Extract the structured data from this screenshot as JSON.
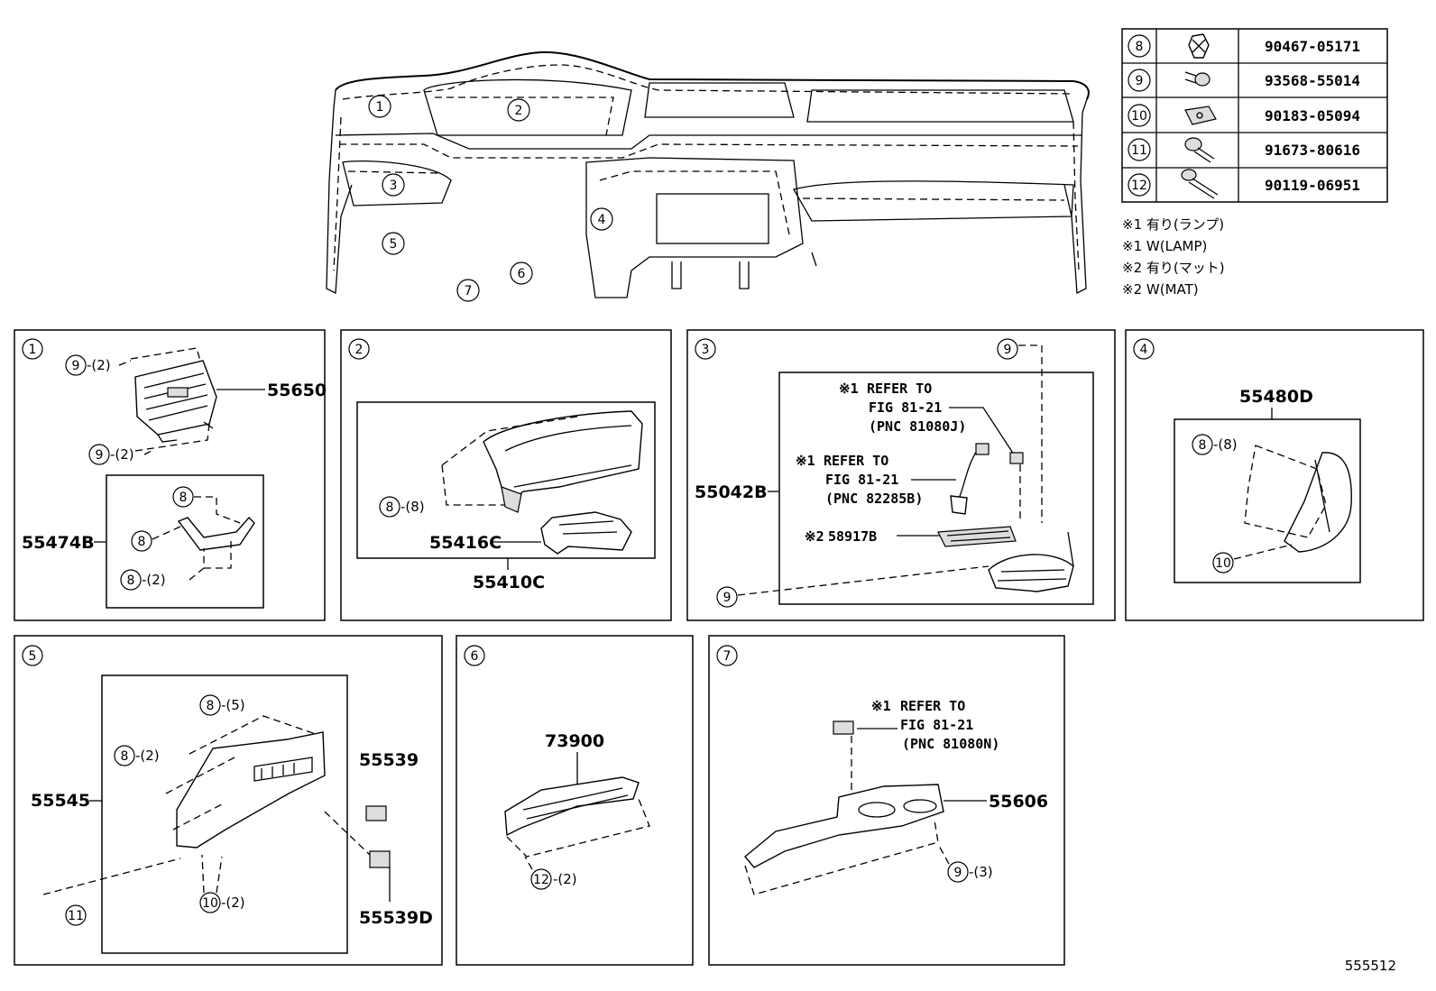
{
  "legend_table": [
    {
      "ref": "8",
      "icon": "clip-icon",
      "part": "90467-05171"
    },
    {
      "ref": "9",
      "icon": "screw-icon",
      "part": "93568-55014"
    },
    {
      "ref": "10",
      "icon": "nut-clip-icon",
      "part": "90183-05094"
    },
    {
      "ref": "11",
      "icon": "bolt-icon",
      "part": "91673-80616"
    },
    {
      "ref": "12",
      "icon": "long-bolt-icon",
      "part": "90119-06951"
    }
  ],
  "notes": [
    "※1 有り(ランプ)",
    "※1 W(LAMP)",
    "※2 有り(マット)",
    "※2 W(MAT)"
  ],
  "overview_callouts": [
    "1",
    "2",
    "3",
    "4",
    "5",
    "6",
    "7"
  ],
  "panels": {
    "p1": {
      "id": "1",
      "part_main": "55650",
      "part_sub": "55474B",
      "c9a": "9",
      "c9a_qty": "-(2)",
      "c9b": "9",
      "c9b_qty": "-(2)",
      "c8a": "8",
      "c8b": "8",
      "c8c": "8",
      "c8c_qty": "-(2)"
    },
    "p2": {
      "id": "2",
      "c8": "8",
      "c8_qty": "-(8)",
      "part_a": "55416C",
      "part_b": "55410C"
    },
    "p3": {
      "id": "3",
      "c9a": "9",
      "c9b": "9",
      "part_main": "55042B",
      "ref1_mark": "※1",
      "ref1_l1": "REFER TO",
      "ref1_l2": "FIG 81-21",
      "ref1_l3": "(PNC 81080J)",
      "ref2_mark": "※1",
      "ref2_l1": "REFER TO",
      "ref2_l2": "FIG 81-21",
      "ref2_l3": "(PNC 82285B)",
      "mat_mark": "※2",
      "mat_part": "58917B"
    },
    "p4": {
      "id": "4",
      "part": "55480D",
      "c8": "8",
      "c8_qty": "-(8)",
      "c10": "10"
    },
    "p5": {
      "id": "5",
      "c8a": "8",
      "c8a_qty": "-(5)",
      "c8b": "8",
      "c8b_qty": "-(2)",
      "part_main": "55545",
      "part_a": "55539",
      "part_b": "55539D",
      "c10": "10",
      "c10_qty": "-(2)",
      "c11": "11"
    },
    "p6": {
      "id": "6",
      "part": "73900",
      "c12": "12",
      "c12_qty": "-(2)"
    },
    "p7": {
      "id": "7",
      "ref_mark": "※1",
      "ref_l1": "REFER TO",
      "ref_l2": "FIG 81-21",
      "ref_l3": "(PNC 81080N)",
      "part": "55606",
      "c9": "9",
      "c9_qty": "-(3)"
    }
  },
  "figure_code": "555512"
}
